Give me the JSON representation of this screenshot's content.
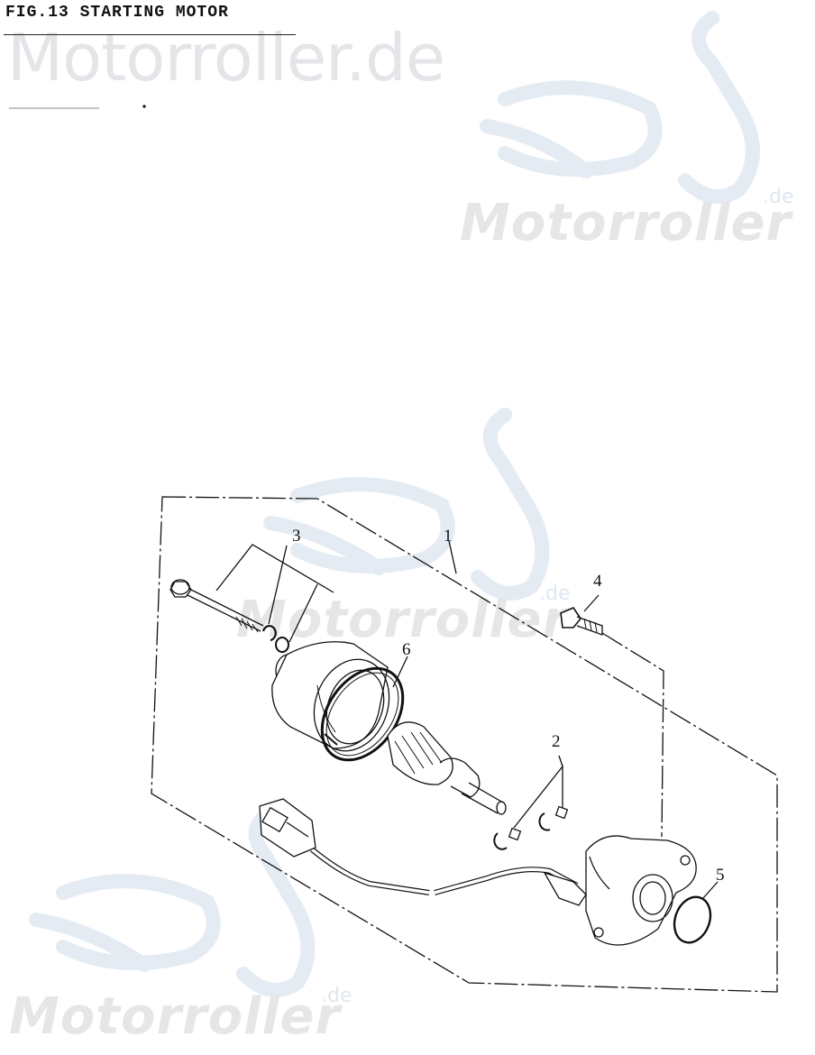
{
  "title": "FIG.13 STARTING MOTOR",
  "watermarks": {
    "main": "Motorroller.de",
    "logo_word": "Motorroller",
    "logo_suffix": ".de"
  },
  "callouts": [
    "1",
    "2",
    "3",
    "4",
    "5",
    "6"
  ],
  "colors": {
    "ink": "#111111",
    "watermark": "#e4e8ee"
  }
}
